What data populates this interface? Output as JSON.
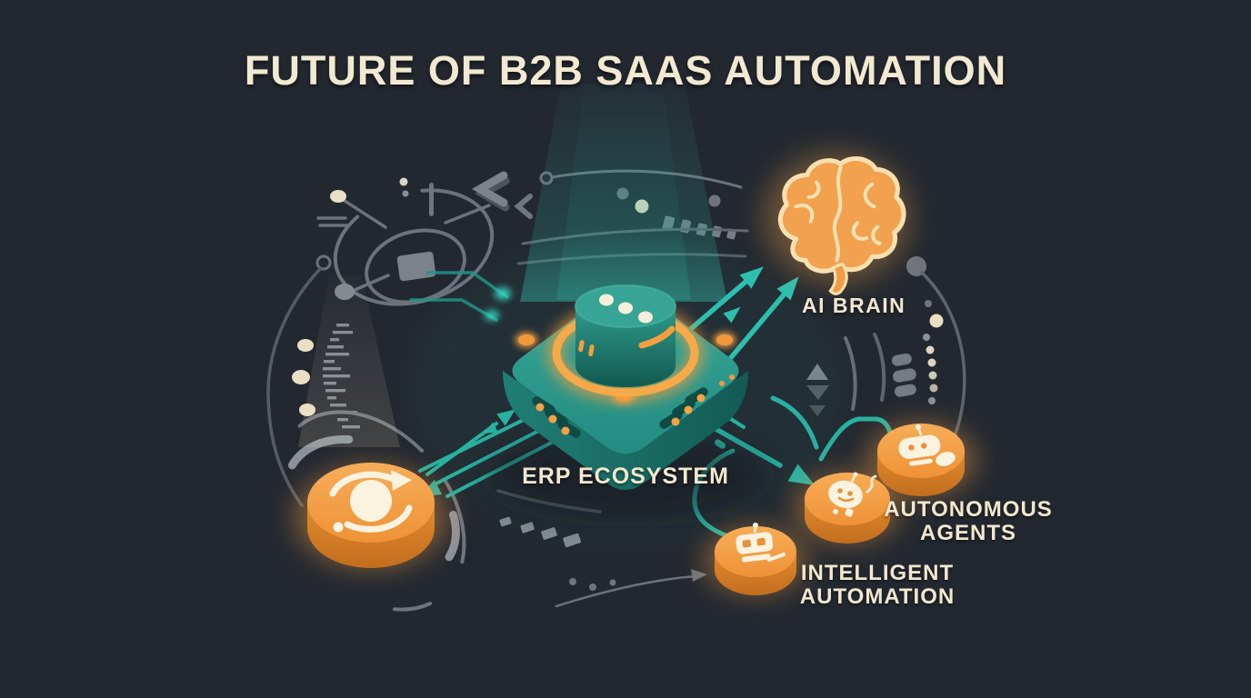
{
  "title": "FUTURE OF B2B SAAS AUTOMATION",
  "nodes": {
    "erp": {
      "label": "ERP ECOSYSTEM"
    },
    "ai_brain": {
      "label": "AI BRAIN"
    },
    "autonomous_agents": {
      "label_line1": "AUTONOMOUS",
      "label_line2": "AGENTS"
    },
    "intelligent_automation": {
      "label_line1": "INTELLIGENT",
      "label_line2": "AUTOMATION"
    }
  },
  "icons": {
    "ai_brain": "brain-icon",
    "erp": "erp-platform-icon",
    "sync_node": "sync-arrows-icon",
    "intelligent_automation": "robot-icon",
    "autonomous_agents": "robot-icon"
  },
  "colors": {
    "background": "#232830",
    "teal": "#2aa79a",
    "teal_bright": "#2dbfae",
    "orange": "#f29a43",
    "orange_deep": "#d77d27",
    "cream_text": "#f1e8cf",
    "gray_decor": "#6b727b"
  }
}
